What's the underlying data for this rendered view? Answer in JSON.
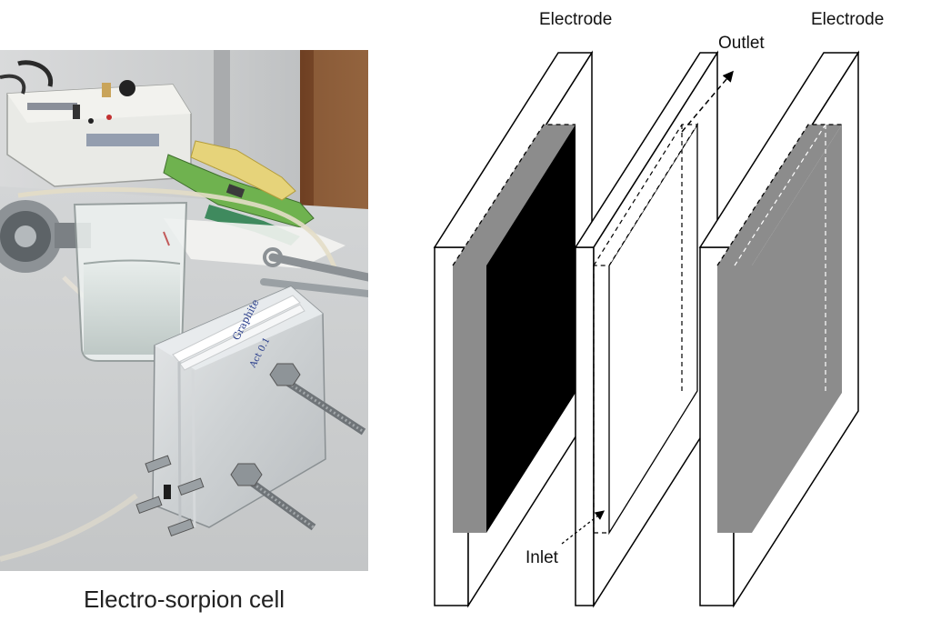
{
  "figure": {
    "photo_caption": "Electro-sorpion cell",
    "labels": {
      "electrode_left": "Electrode",
      "electrode_right": "Electrode",
      "outlet": "Outlet",
      "inlet": "Inlet"
    }
  },
  "colors": {
    "electrode_left_fill": "#000000",
    "electrode_right_fill": "#8c8c8c",
    "electrode_edge_fill": "#8c8c8c",
    "frame_stroke": "#000000"
  }
}
